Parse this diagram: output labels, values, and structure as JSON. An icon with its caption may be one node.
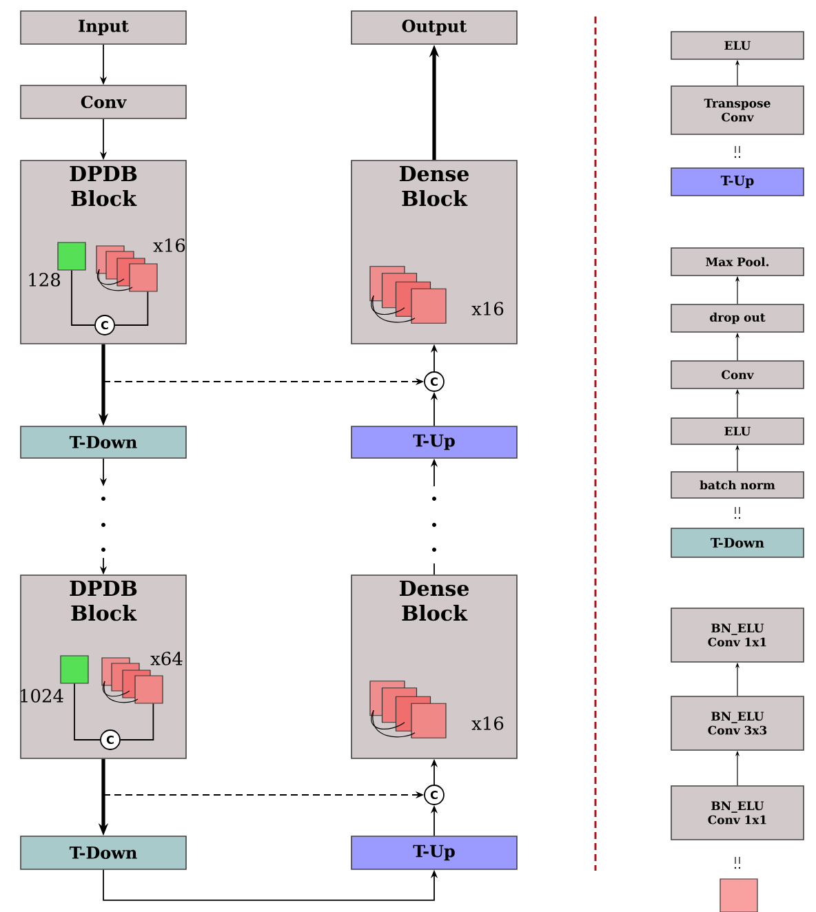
{
  "diagram": {
    "nodes": [
      {
        "text": [
          "Input"
        ]
      },
      {
        "text": [
          "Conv"
        ]
      },
      {
        "text": [
          "DPDB Block"
        ]
      },
      {
        "text": [],
        "shape": "box",
        "in": 2,
        "beside": [
          "128"
        ]
      },
      {
        "text": [],
        "shape": "picture",
        "in": 2,
        "beside": [
          "x16"
        ]
      },
      {
        "text": [
          "C"
        ],
        "in": 2
      },
      {
        "text": [
          "T-Down"
        ]
      },
      {
        "text": [
          "DPDB Block"
        ]
      },
      {
        "text": [],
        "shape": "box",
        "in": 7,
        "beside": [
          "1024"
        ]
      },
      {
        "text": [],
        "shape": "picture",
        "in": 7,
        "beside": [
          "x64"
        ]
      },
      {
        "text": [
          "C"
        ],
        "in": 7
      },
      {
        "text": [
          "T-Down"
        ]
      },
      {
        "text": [
          "Output"
        ]
      },
      {
        "text": [
          "Dense Block"
        ]
      },
      {
        "text": [],
        "shape": "picture",
        "in": 13,
        "beside": [
          "x16"
        ]
      },
      {
        "text": [
          "C"
        ]
      },
      {
        "text": [
          "T-Up"
        ]
      },
      {
        "text": [
          "Dense Block"
        ]
      },
      {
        "text": [],
        "shape": "picture",
        "in": 17,
        "beside": [
          "x16"
        ]
      },
      {
        "text": [
          "C"
        ]
      },
      {
        "text": [
          "T-Up"
        ]
      },
      {
        "text": [
          "ELU"
        ]
      },
      {
        "text": [
          "Transpose Conv"
        ]
      },
      {
        "text": [
          "T-Up"
        ]
      },
      {
        "text": [
          "Max Pool."
        ]
      },
      {
        "text": [
          "drop out"
        ]
      },
      {
        "text": [
          "Conv"
        ]
      },
      {
        "text": [
          "ELU"
        ]
      },
      {
        "text": [
          "batch norm"
        ]
      },
      {
        "text": [
          "T-Down"
        ]
      },
      {
        "text": [
          "BN_ELU Conv 1x1"
        ]
      },
      {
        "text": [
          "BN_ELU Conv 3x3"
        ]
      },
      {
        "text": [
          "BN_ELU Conv 1x1"
        ]
      },
      {
        "text": [],
        "shape": "box"
      }
    ],
    "edges": [
      {
        "from": 0,
        "to": 1,
        "arrow": "to"
      },
      {
        "from": 1,
        "to": 2,
        "arrow": "to"
      },
      {
        "from": 2,
        "to": 6,
        "arrow": "to",
        "style": "thick"
      },
      {
        "from": 2,
        "to": 15,
        "arrow": "to",
        "style": "dashed"
      },
      {
        "from": 6,
        "to": null,
        "arrow": "to"
      },
      {
        "from": null,
        "to": 7,
        "arrow": "to"
      },
      {
        "from": 7,
        "to": 11,
        "arrow": "to",
        "style": "thick"
      },
      {
        "from": 7,
        "to": 19,
        "arrow": "to",
        "style": "dashed"
      },
      {
        "from": 11,
        "to": 20,
        "arrow": "to"
      },
      {
        "from": 20,
        "to": 19,
        "arrow": "to"
      },
      {
        "from": 19,
        "to": 17,
        "arrow": "to"
      },
      {
        "from": 17,
        "to": null,
        "arrow": "none"
      },
      {
        "from": null,
        "to": 16,
        "arrow": "to"
      },
      {
        "from": 16,
        "to": 15,
        "arrow": "to"
      },
      {
        "from": 15,
        "to": 13,
        "arrow": "to"
      },
      {
        "from": 13,
        "to": 12,
        "arrow": "to",
        "style": "thick"
      },
      {
        "from": 3,
        "to": 5,
        "arrow": "none"
      },
      {
        "from": 4,
        "to": 5,
        "arrow": "none"
      },
      {
        "from": 8,
        "to": 10,
        "arrow": "none"
      },
      {
        "from": 9,
        "to": 10,
        "arrow": "none"
      },
      {
        "from": 22,
        "to": 21,
        "arrow": "to"
      },
      {
        "from": 28,
        "to": 27,
        "arrow": "to"
      },
      {
        "from": 27,
        "to": 26,
        "arrow": "to"
      },
      {
        "from": 26,
        "to": 25,
        "arrow": "to"
      },
      {
        "from": 25,
        "to": 24,
        "arrow": "to"
      },
      {
        "from": 32,
        "to": 31,
        "arrow": "to"
      },
      {
        "from": 31,
        "to": 30,
        "arrow": "to"
      }
    ]
  }
}
